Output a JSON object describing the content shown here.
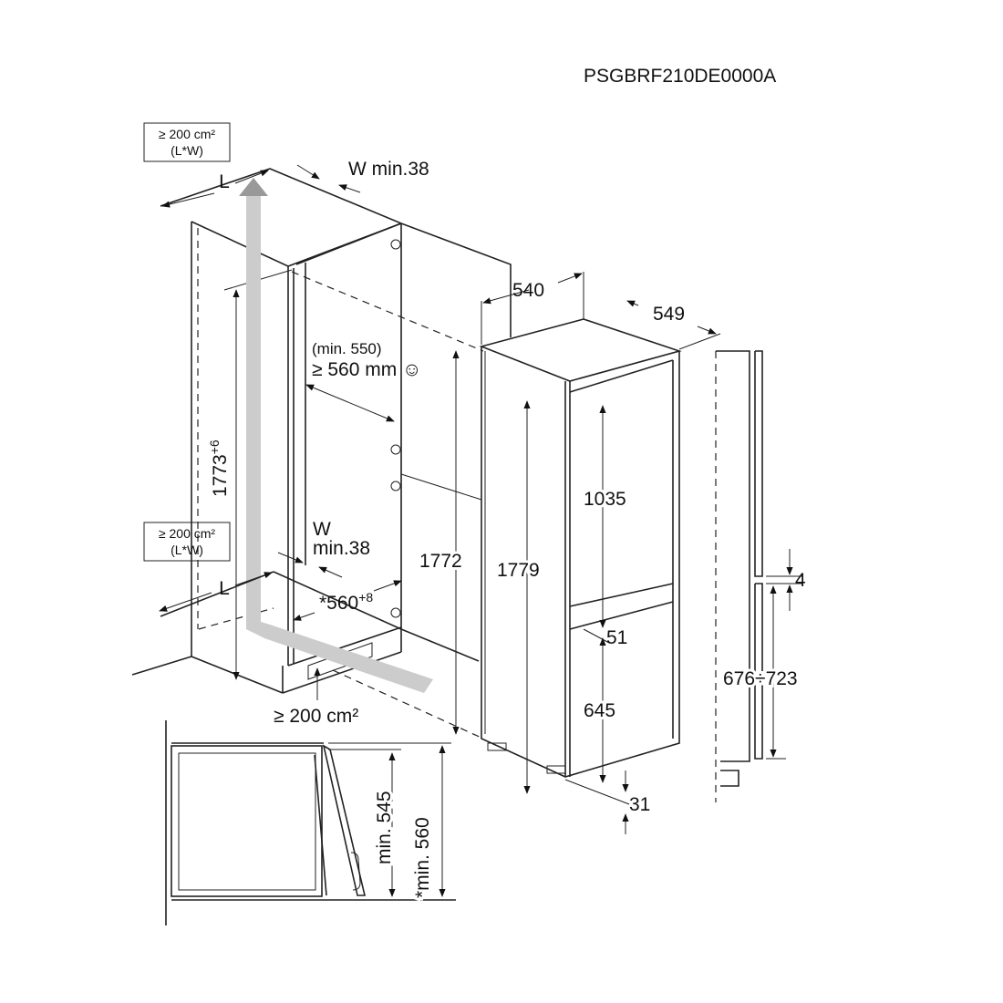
{
  "model_code": "PSGBRF210DE0000A",
  "cabinet": {
    "vent_top_area": "≥ 200 cm²",
    "vent_top_formula": "(L*W)",
    "vent_bottom_area": "≥ 200 cm²",
    "vent_bottom_formula": "(L*W)",
    "label_L_top": "L",
    "label_L_bottom": "L",
    "w_top": "W min.38",
    "w_bottom_1": "W",
    "w_bottom_2": "min.38",
    "height": "1773",
    "height_tol": "+6",
    "depth": "*560",
    "depth_tol": "+8",
    "plinth_vent": "≥ 200 cm²",
    "door_clear_min": "(min. 550)",
    "door_clear_rec": "≥ 560 mm ☺"
  },
  "appliance": {
    "width": "540",
    "depth": "549",
    "height_body": "1772",
    "height_total": "1779",
    "fridge_door": "1035",
    "gap": "51",
    "freezer_door": "645",
    "bottom": "31"
  },
  "side_profile": {
    "gap": "4",
    "range": "676÷723"
  },
  "section": {
    "min1": "min. 545",
    "min2": "*min. 560"
  }
}
